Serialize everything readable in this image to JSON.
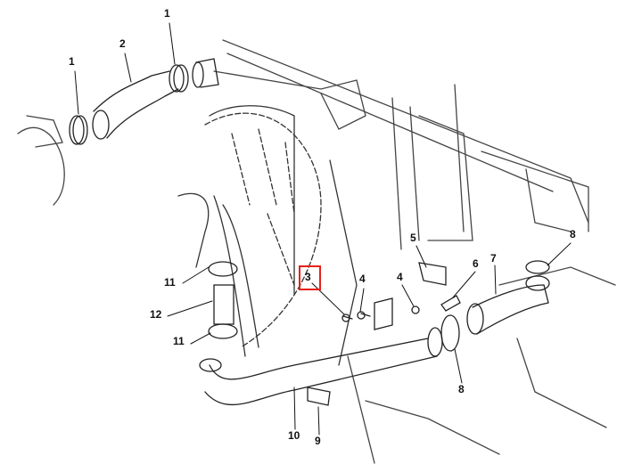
{
  "diagram": {
    "callouts": [
      {
        "id": "c1a",
        "text": "1"
      },
      {
        "id": "c2",
        "text": "2"
      },
      {
        "id": "c1b",
        "text": "1"
      },
      {
        "id": "c11a",
        "text": "11"
      },
      {
        "id": "c12",
        "text": "12"
      },
      {
        "id": "c11b",
        "text": "11"
      },
      {
        "id": "c3",
        "text": "3"
      },
      {
        "id": "c4a",
        "text": "4"
      },
      {
        "id": "c4b",
        "text": "4"
      },
      {
        "id": "c5",
        "text": "5"
      },
      {
        "id": "c6",
        "text": "6"
      },
      {
        "id": "c7",
        "text": "7"
      },
      {
        "id": "c8a",
        "text": "8"
      },
      {
        "id": "c8b",
        "text": "8"
      },
      {
        "id": "c9",
        "text": "9"
      },
      {
        "id": "c10",
        "text": "10"
      }
    ],
    "highlight_color": "#e8201a"
  }
}
